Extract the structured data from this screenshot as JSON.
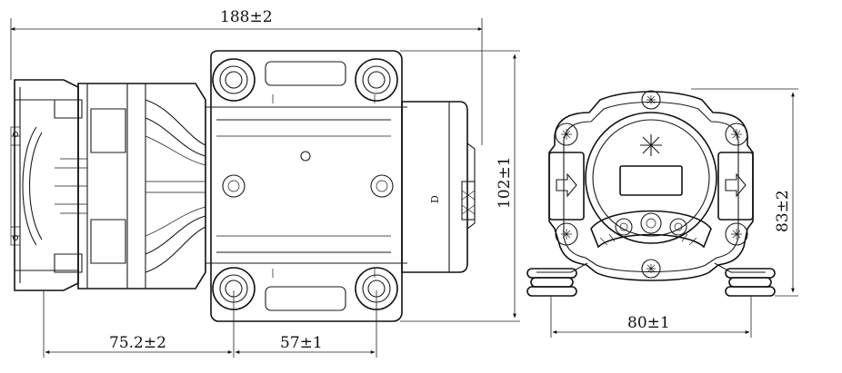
{
  "dimensions": {
    "overall_length": "188±2",
    "body_height": "102±1",
    "height_side": "83±2",
    "mount_offset": "75.2±2",
    "mount_spacing_long": "57±1",
    "mount_spacing_side": "80±1"
  },
  "motor_mark": "D"
}
